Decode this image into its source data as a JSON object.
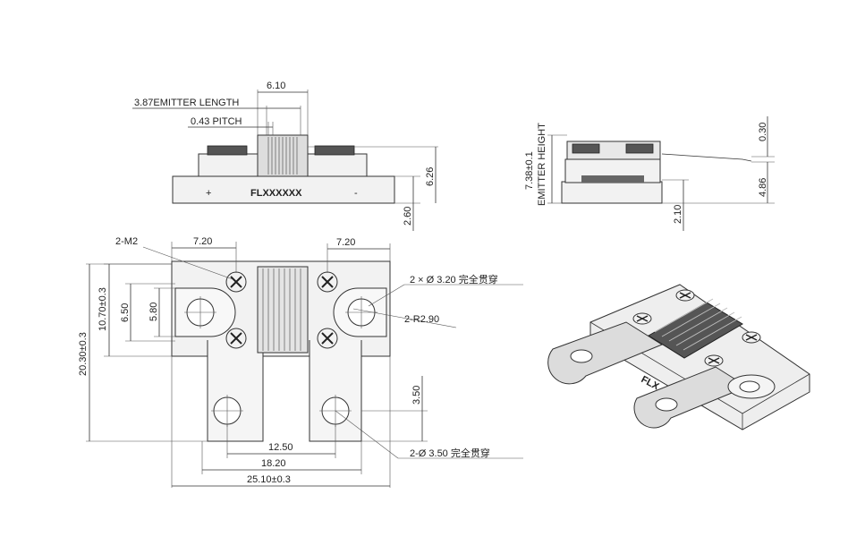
{
  "front_view": {
    "dim_top": "6.10",
    "emitter_length": "3.87EMITTER LENGTH",
    "pitch": "0.43 PITCH",
    "part_label": "FLXXXXXX",
    "plus": "+",
    "minus": "-",
    "height_total": "6.26",
    "height_base": "2.60"
  },
  "side_view": {
    "emitter_height_value": "7.38±0.1",
    "emitter_height_label": "EMITTER HEIGHT",
    "dim_030": "0.30",
    "dim_486": "4.86",
    "dim_210": "2.10"
  },
  "top_view": {
    "m2": "2-M2",
    "w_left": "7.20",
    "w_right": "7.20",
    "hole_320": "2 × Ø 3.20 完全贯穿",
    "radius": "2-R2.90",
    "h_1070": "10.70±0.3",
    "h_650": "6.50",
    "h_580": "5.80",
    "h_2030": "20.30±0.3",
    "h_350": "3.50",
    "w_1250": "12.50",
    "w_1820": "18.20",
    "w_2510": "25.10±0.3",
    "hole_350": "2-Ø 3.50 完全贯穿"
  },
  "iso_view": {
    "label": "FLX"
  }
}
